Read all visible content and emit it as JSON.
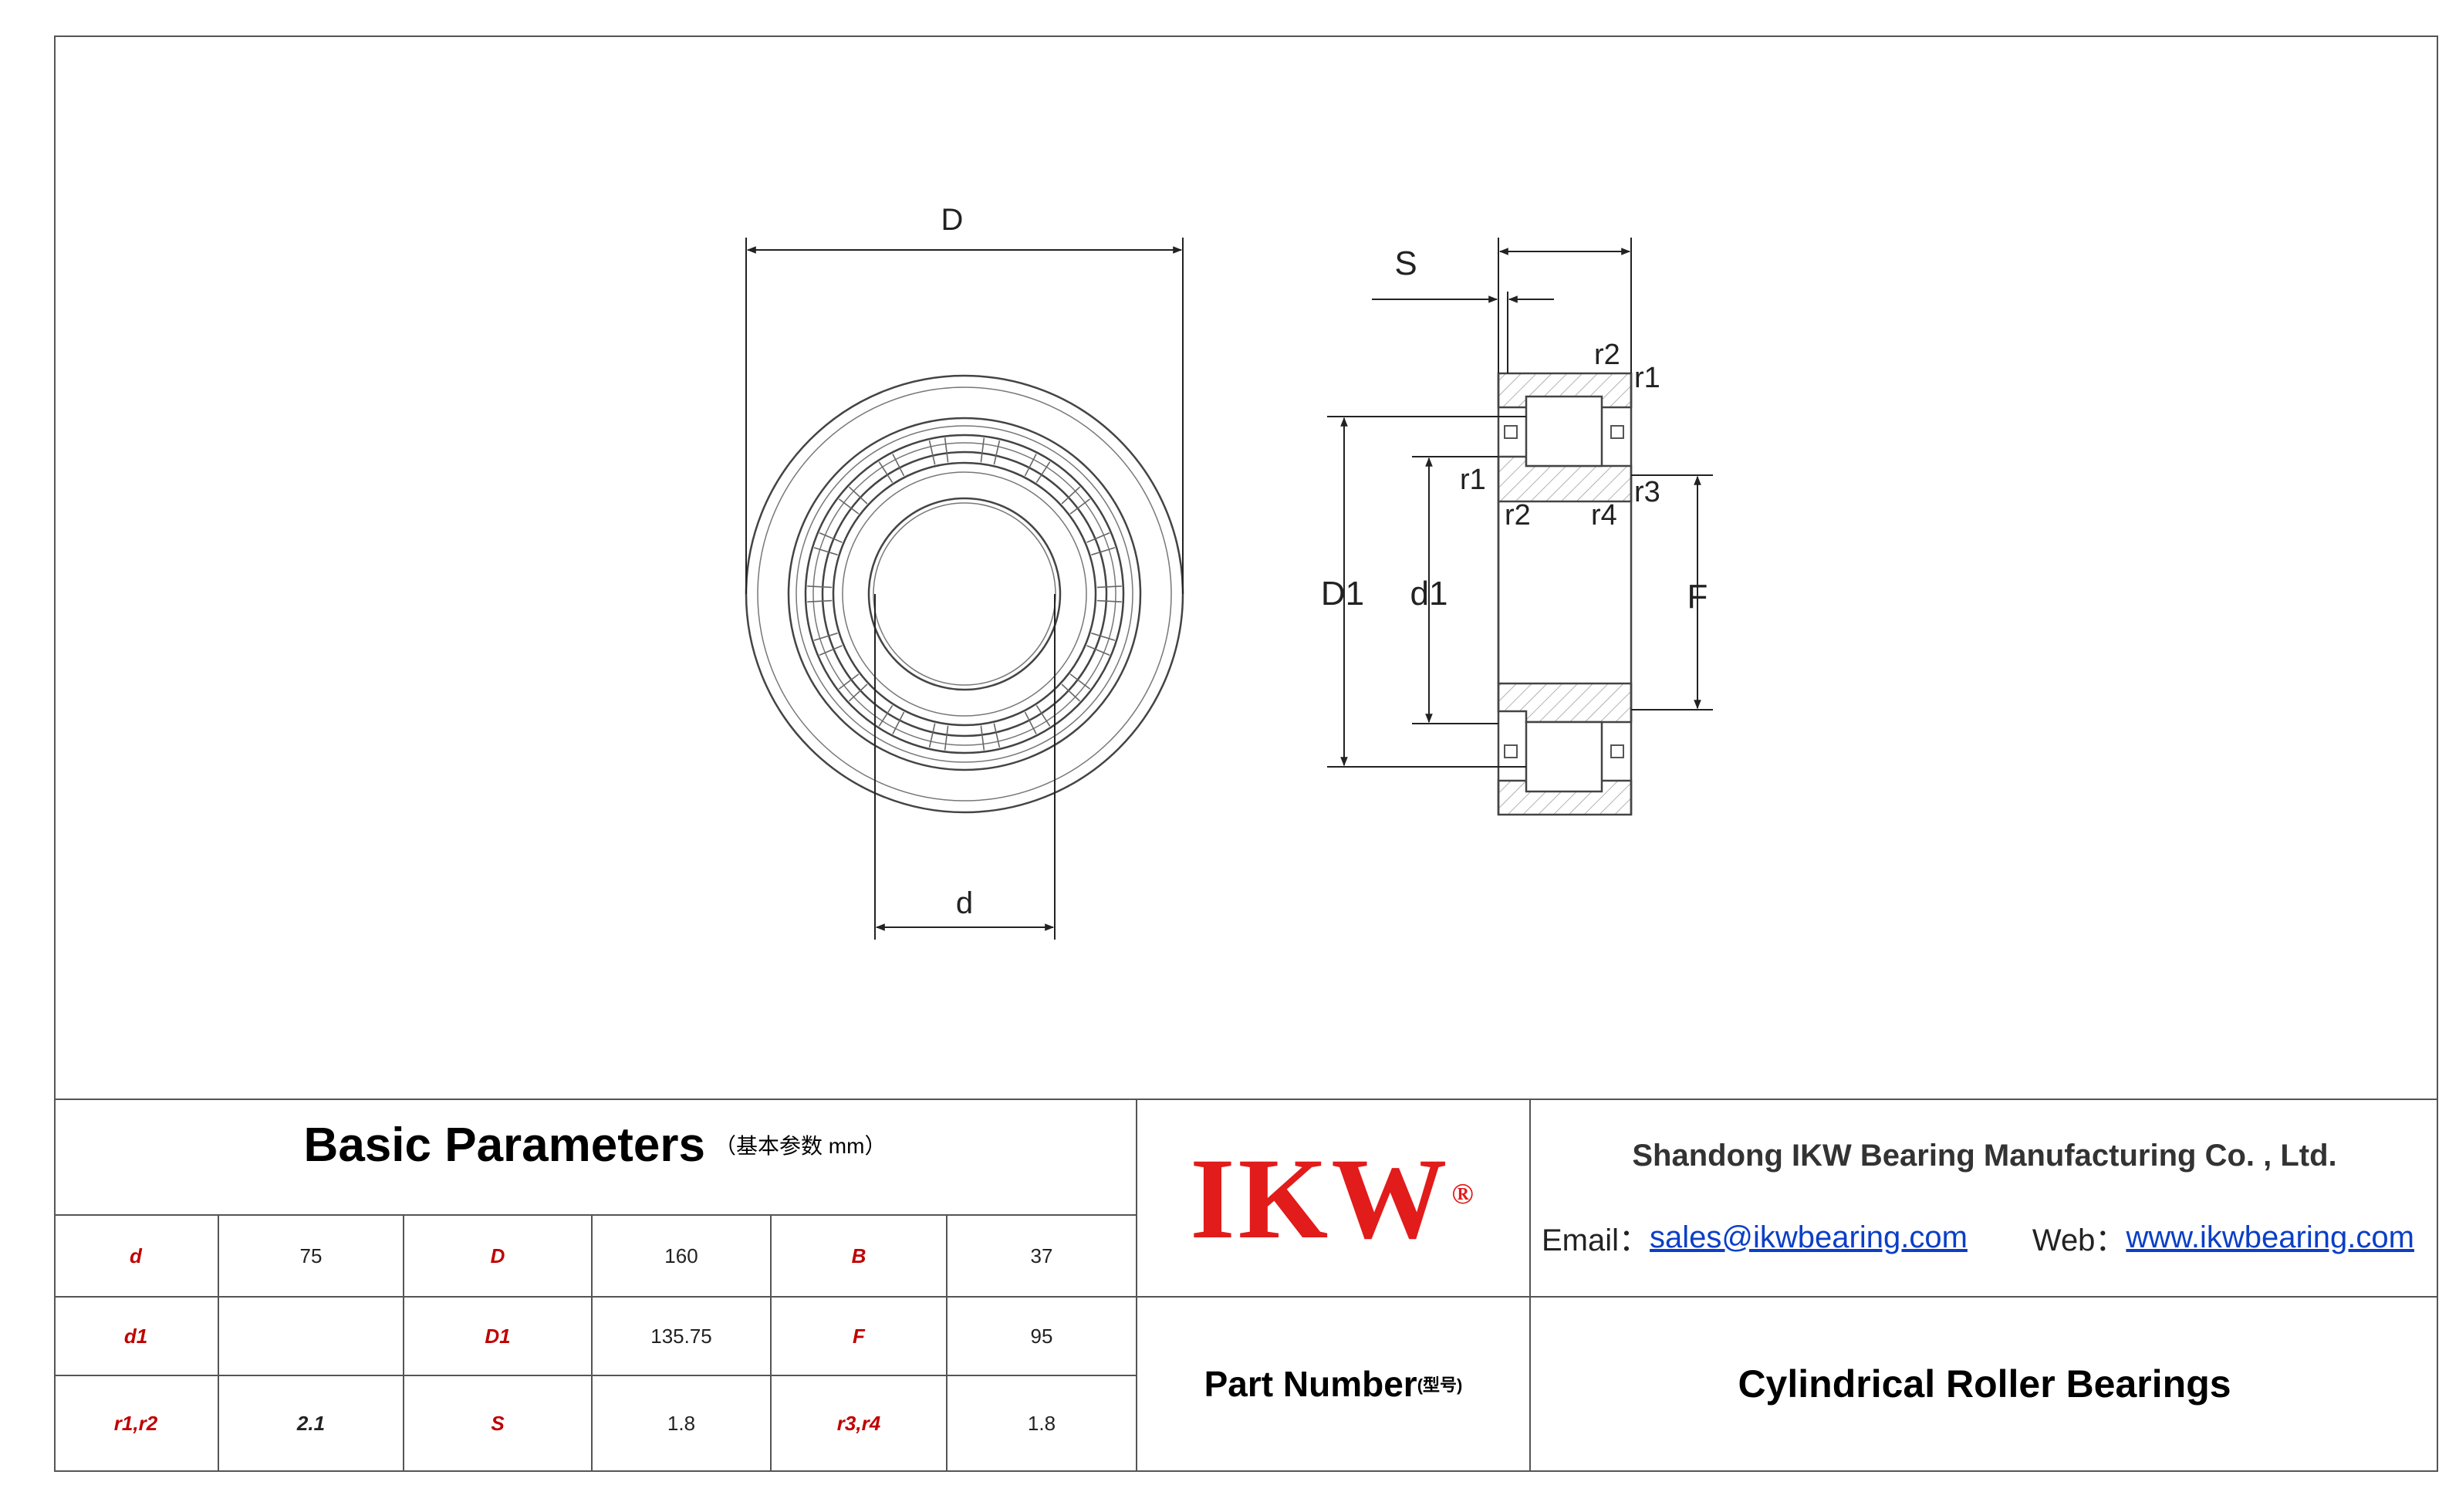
{
  "drawing": {
    "front_view": {
      "label_outer_diameter": "D",
      "label_bore": "d"
    },
    "side_view": {
      "label_s": "S",
      "label_D1": "D1",
      "label_d1": "d1",
      "label_F": "F",
      "label_r1_top": "r1",
      "label_r2_top": "r2",
      "label_r1_inner": "r1",
      "label_r2_inner": "r2",
      "label_r3": "r3",
      "label_r4": "r4"
    }
  },
  "params": {
    "title": "Basic Parameters",
    "unit_note": "（基本参数 mm）",
    "rows": [
      [
        {
          "label": "d",
          "value": "75"
        },
        {
          "label": "D",
          "value": "160"
        },
        {
          "label": "B",
          "value": "37"
        }
      ],
      [
        {
          "label": "d1",
          "value": ""
        },
        {
          "label": "D1",
          "value": "135.75"
        },
        {
          "label": "F",
          "value": "95"
        }
      ],
      [
        {
          "label": "r1,r2",
          "value": "2.1"
        },
        {
          "label": "S",
          "value": "1.8"
        },
        {
          "label": "r3,r4",
          "value": "1.8"
        }
      ]
    ]
  },
  "brand": {
    "logo_text": "IKW",
    "logo_mark": "®",
    "logo_color": "#e21b1b"
  },
  "company": {
    "name": "Shandong IKW Bearing Manufacturing Co. , Ltd.",
    "email_label": "Email：",
    "email": "sales@ikwbearing.com",
    "web_label": "Web：",
    "web": "www.ikwbearing.com"
  },
  "part": {
    "label": "Part Number",
    "label_cn": "(型号)",
    "type": "Cylindrical Roller Bearings"
  },
  "colors": {
    "label_red": "#c00000",
    "link_blue": "#0b3fc7",
    "line_gray": "#555555"
  }
}
